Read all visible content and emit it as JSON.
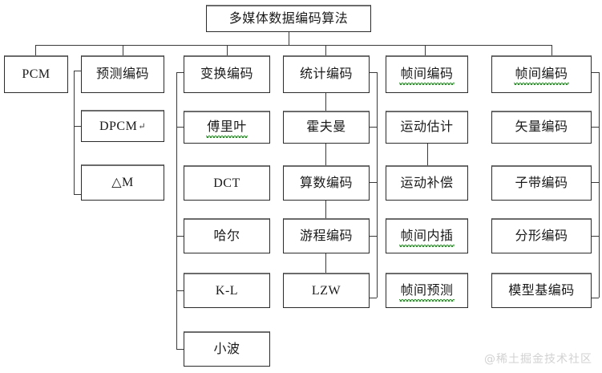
{
  "diagram": {
    "title": "多媒体数据编码算法",
    "root": {
      "label": "多媒体数据编码算法"
    },
    "columns": [
      {
        "header": "PCM",
        "header_squiggly": false,
        "children": []
      },
      {
        "header": "预测编码",
        "header_squiggly": false,
        "children": [
          {
            "label": "DPCM",
            "trailing_mark": "↵",
            "squiggly": false
          },
          {
            "label": "△M",
            "trailing_mark": "",
            "squiggly": false
          }
        ]
      },
      {
        "header": "变换编码",
        "header_squiggly": false,
        "children": [
          {
            "label": "傅里叶",
            "trailing_mark": "",
            "squiggly": true
          },
          {
            "label": "DCT",
            "trailing_mark": "",
            "squiggly": false
          },
          {
            "label": "哈尔",
            "trailing_mark": "",
            "squiggly": false
          },
          {
            "label": "K-L",
            "trailing_mark": "",
            "squiggly": false
          },
          {
            "label": "小波",
            "trailing_mark": "",
            "squiggly": false
          }
        ]
      },
      {
        "header": "统计编码",
        "header_squiggly": false,
        "children": [
          {
            "label": "霍夫曼",
            "trailing_mark": "",
            "squiggly": false
          },
          {
            "label": "算数编码",
            "trailing_mark": "",
            "squiggly": false
          },
          {
            "label": "游程编码",
            "trailing_mark": "",
            "squiggly": false
          },
          {
            "label": "LZW",
            "trailing_mark": "",
            "squiggly": false
          }
        ]
      },
      {
        "header": "帧间编码",
        "header_squiggly": true,
        "children": [
          {
            "label": "运动估计",
            "trailing_mark": "",
            "squiggly": false
          },
          {
            "label": "运动补偿",
            "trailing_mark": "",
            "squiggly": false
          },
          {
            "label": "帧间内插",
            "trailing_mark": "",
            "squiggly": true
          },
          {
            "label": "帧间预测",
            "trailing_mark": "",
            "squiggly": true
          }
        ]
      },
      {
        "header": "帧间编码",
        "header_squiggly": true,
        "children": [
          {
            "label": "矢量编码",
            "trailing_mark": "",
            "squiggly": false
          },
          {
            "label": "子带编码",
            "trailing_mark": "",
            "squiggly": false
          },
          {
            "label": "分形编码",
            "trailing_mark": "",
            "squiggly": false
          },
          {
            "label": "模型基编码",
            "trailing_mark": "",
            "squiggly": false
          }
        ]
      }
    ]
  },
  "watermark": {
    "text": "@稀土掘金技术社区"
  },
  "colors": {
    "box_border": "#2b2b2b",
    "box_top_border": "#6b6b6b",
    "connector": "#3a3a3a",
    "squiggly": "#2f8f2f",
    "watermark": "#d2d2d2",
    "background": "#ffffff"
  }
}
